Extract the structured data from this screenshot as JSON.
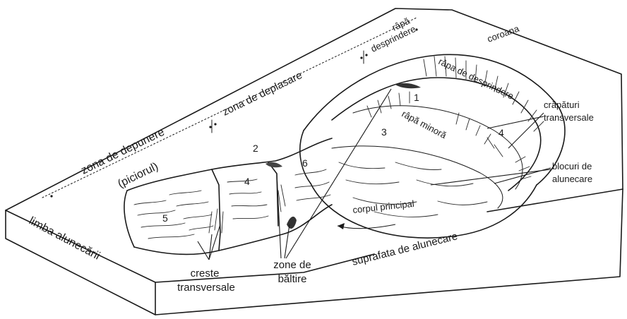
{
  "labels": {
    "zona_depunere": "zona de depunere",
    "piciorul": "(piciorul)",
    "zona_deplasare": "zona de deplasare",
    "rapa_desprindere_top": [
      "râpă",
      "desprindere"
    ],
    "coroana": "coroana",
    "rapa_de_desprindere": "râpa de desprindere",
    "rapa_minora": "râpă minoră",
    "crapaturi_transversale": [
      "crăpături",
      "transversale"
    ],
    "blocuri_de_alunecare": [
      "blocuri de",
      "alunecare"
    ],
    "corpul_principal": "corpul principal",
    "suprafata_de_alunecare": "suprafata de alunecare",
    "limba_alunecarii": "limba alunecării",
    "creste_transversale": [
      "creste",
      "transversale"
    ],
    "zone_de_baltire": [
      "zone de",
      "băltire"
    ]
  },
  "numbers": [
    "1",
    "2",
    "3",
    "4",
    "4",
    "5",
    "6"
  ],
  "colors": {
    "ink": "#1a1a1a",
    "background": "#ffffff"
  }
}
